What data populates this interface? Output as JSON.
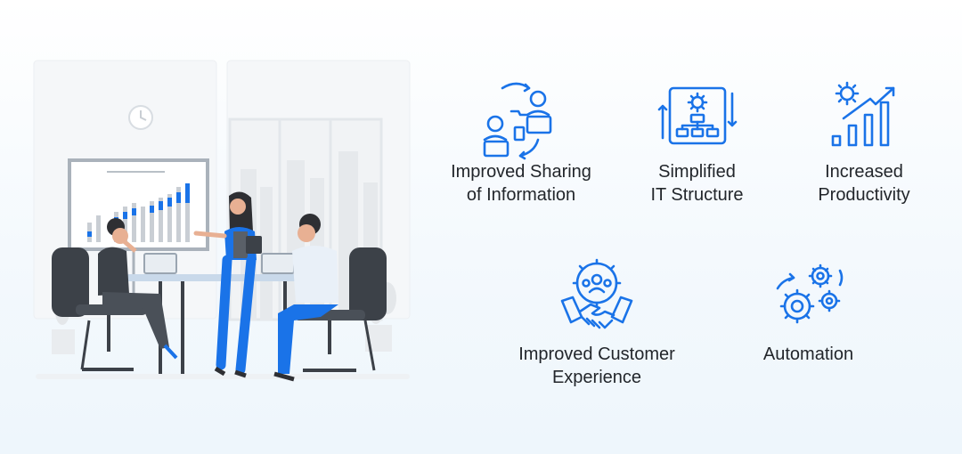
{
  "benefits": [
    {
      "id": "sharing",
      "icon": "information-sharing-icon",
      "label": "Improved Sharing\nof Information"
    },
    {
      "id": "it",
      "icon": "it-structure-icon",
      "label": "Simplified\nIT Structure"
    },
    {
      "id": "productivity",
      "icon": "productivity-growth-icon",
      "label": "Increased\nProductivity"
    },
    {
      "id": "cx",
      "icon": "customer-handshake-icon",
      "label": "Improved Customer\nExperience"
    },
    {
      "id": "automation",
      "icon": "automation-gears-icon",
      "label": "Automation"
    }
  ],
  "colors": {
    "accent": "#1a73e8",
    "text": "#22262b",
    "chair": "#3c4148",
    "background": "#f4f9fd"
  }
}
